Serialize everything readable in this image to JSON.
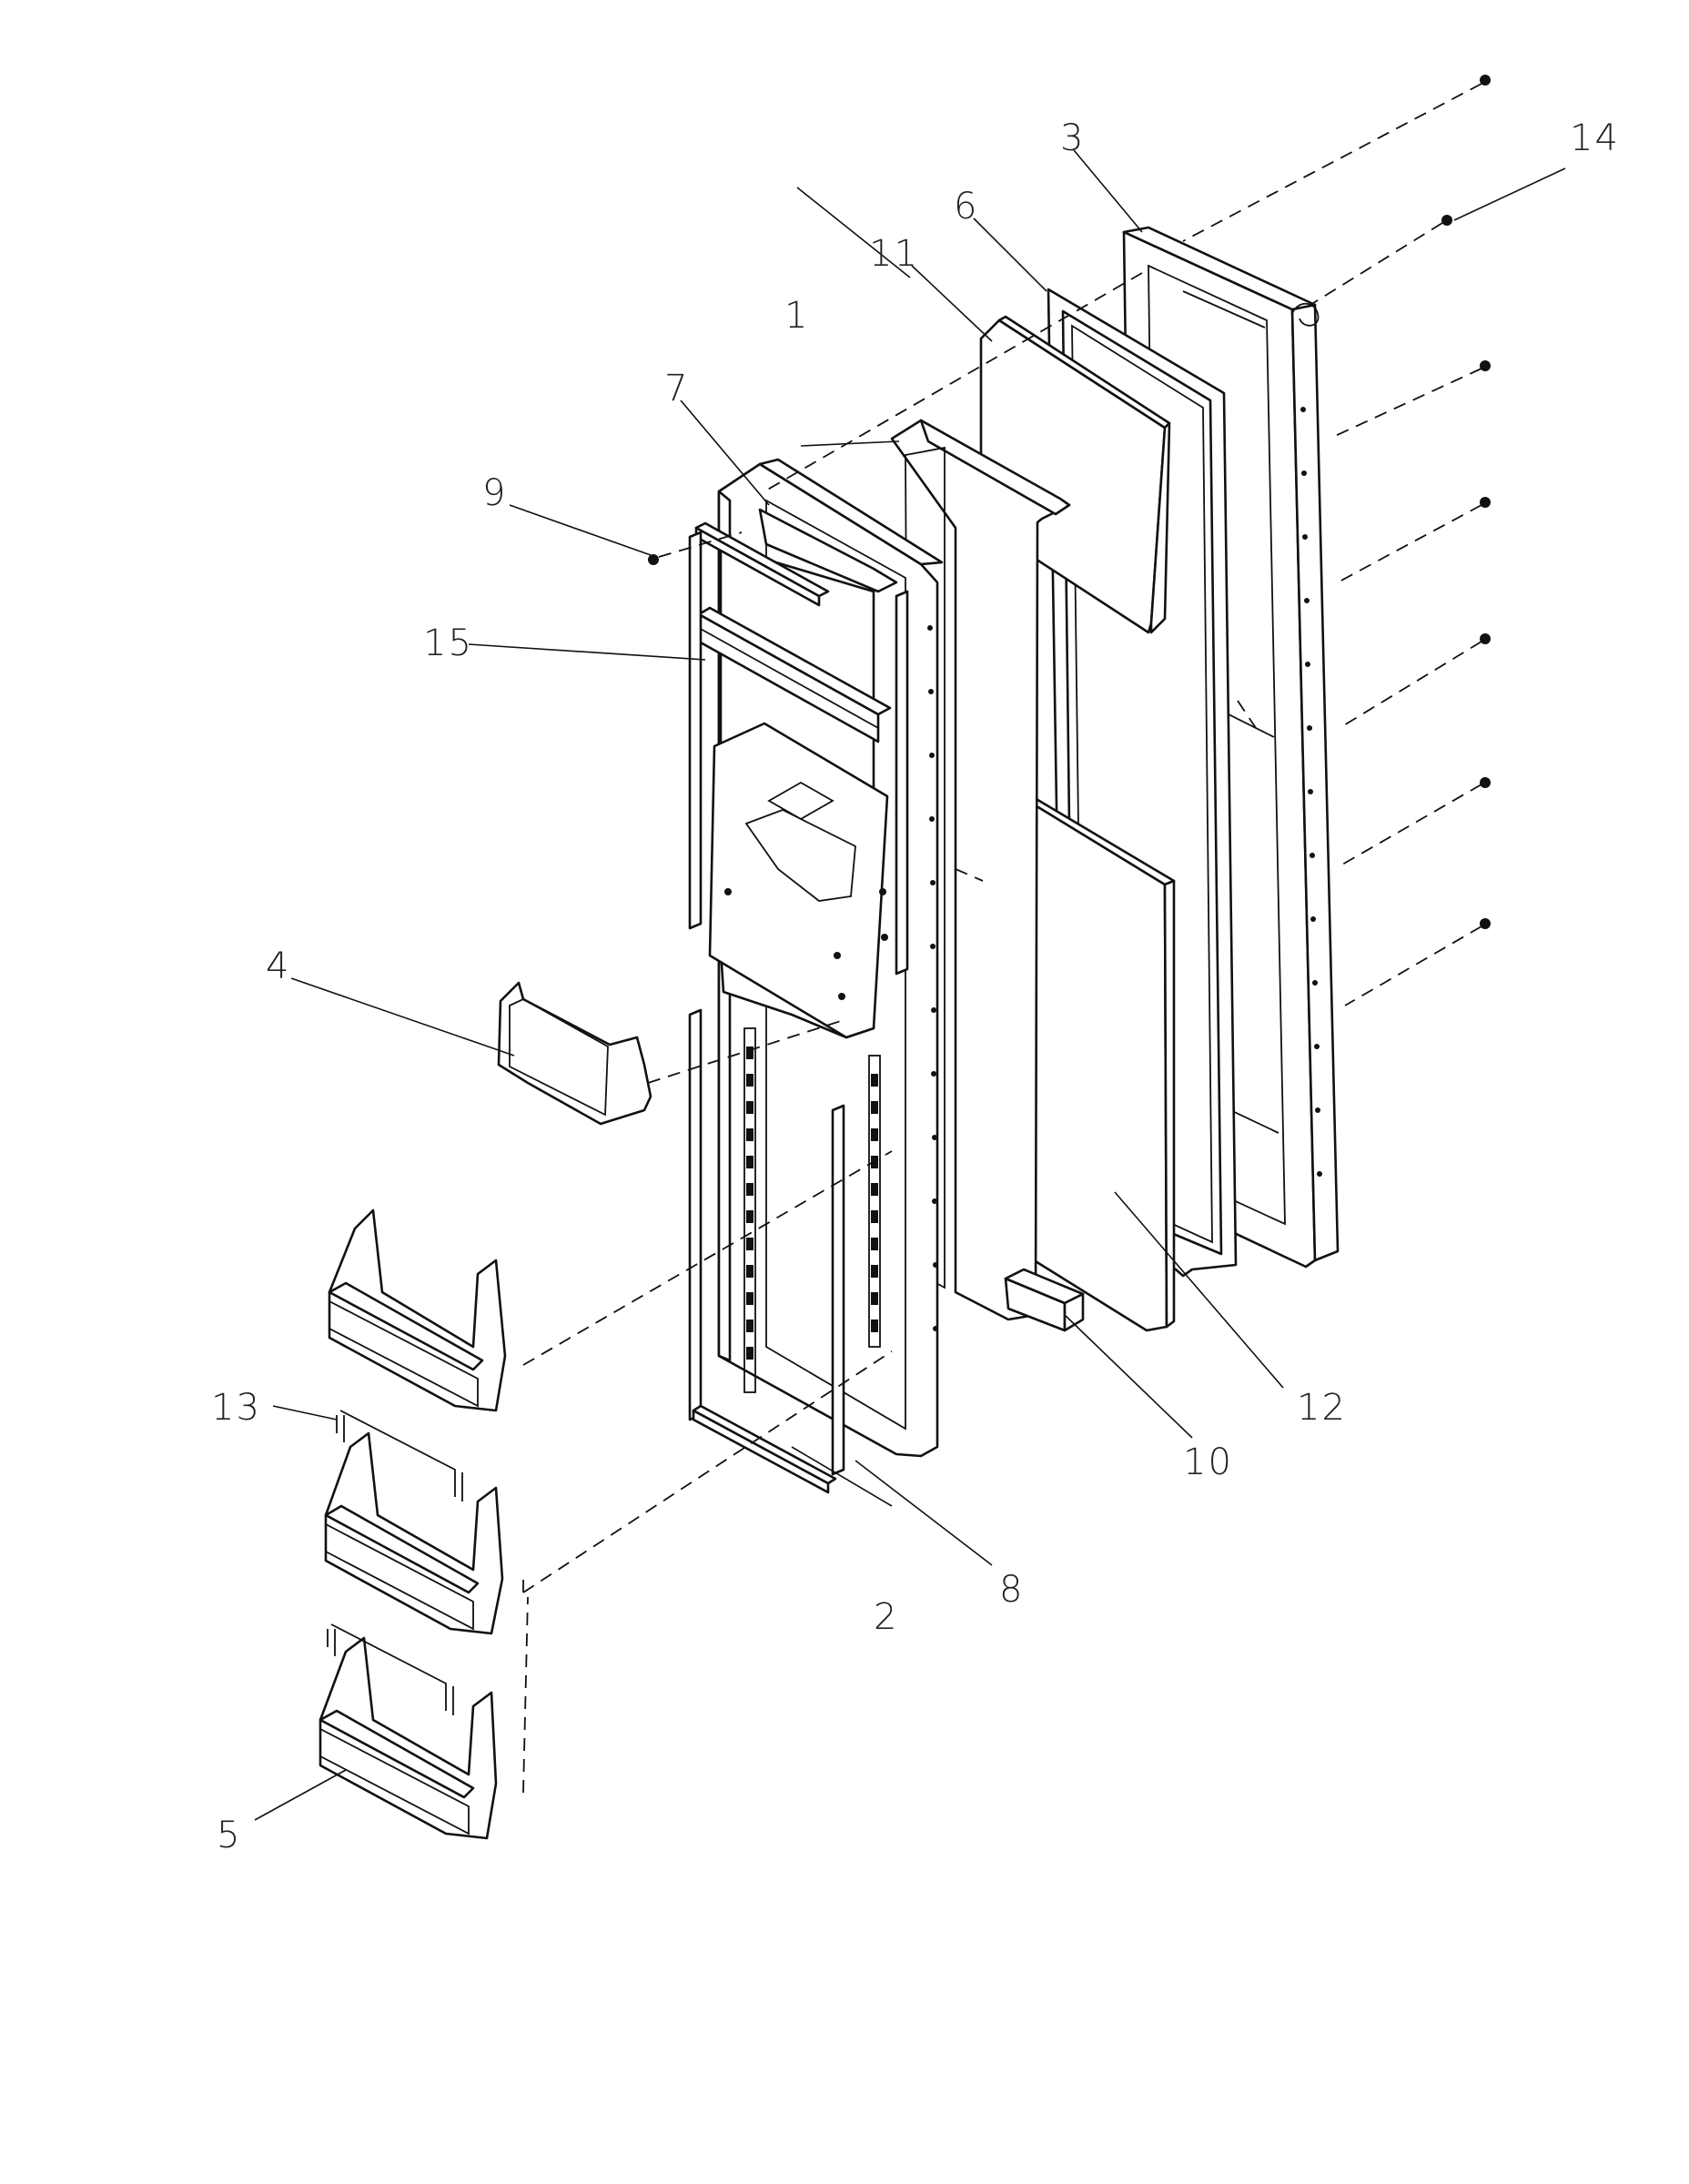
{
  "callouts": [
    {
      "id": "label-1",
      "text": "1"
    },
    {
      "id": "label-2",
      "text": "2"
    },
    {
      "id": "label-3",
      "text": "3"
    },
    {
      "id": "label-4",
      "text": "4"
    },
    {
      "id": "label-5",
      "text": "5"
    },
    {
      "id": "label-6",
      "text": "6"
    },
    {
      "id": "label-7",
      "text": "7"
    },
    {
      "id": "label-8",
      "text": "8"
    },
    {
      "id": "label-9",
      "text": "9"
    },
    {
      "id": "label-10",
      "text": "10"
    },
    {
      "id": "label-11",
      "text": "11"
    },
    {
      "id": "label-12",
      "text": "12"
    },
    {
      "id": "label-13",
      "text": "13"
    },
    {
      "id": "label-14",
      "text": "14"
    },
    {
      "id": "label-15",
      "text": "15"
    }
  ],
  "colors": {
    "ink": "#111111",
    "paper": "#ffffff"
  }
}
